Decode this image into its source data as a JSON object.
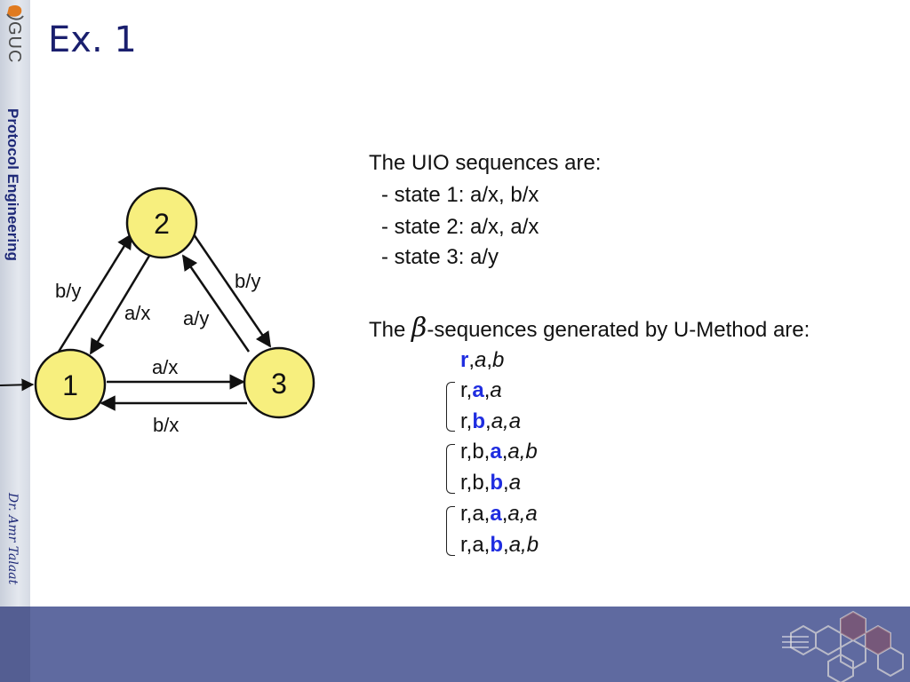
{
  "sidebar": {
    "logo_text": "GUC",
    "course_title": "Protocol Engineering",
    "author": "Dr. Amr Talaat"
  },
  "slide": {
    "title": "Ex. 1"
  },
  "diagram": {
    "states": [
      "1",
      "2",
      "3"
    ],
    "edges": {
      "one_to_two": "b/y",
      "two_to_one": "a/x",
      "two_to_three": "b/y",
      "three_to_two": "a/y",
      "one_to_three": "a/x",
      "three_to_one": "b/x"
    }
  },
  "uio": {
    "heading": "The UIO sequences are:",
    "items": [
      "- state 1: a/x, b/x",
      "- state 2: a/x, a/x",
      "- state 3: a/y"
    ]
  },
  "beta": {
    "prefix": "The",
    "symbol": "β",
    "suffix": "-sequences generated by U-Method are:",
    "sequences": [
      [
        {
          "t": "r",
          "s": "b"
        },
        {
          "t": ",",
          "s": "n"
        },
        {
          "t": "a",
          "s": "i"
        },
        {
          "t": ",",
          "s": "n"
        },
        {
          "t": "b",
          "s": "i"
        }
      ],
      [
        {
          "t": "r,",
          "s": "n"
        },
        {
          "t": "a",
          "s": "b"
        },
        {
          "t": ",",
          "s": "n"
        },
        {
          "t": "a",
          "s": "i"
        }
      ],
      [
        {
          "t": "r,",
          "s": "n"
        },
        {
          "t": "b",
          "s": "b"
        },
        {
          "t": ",",
          "s": "n"
        },
        {
          "t": "a,a",
          "s": "i"
        }
      ],
      [
        {
          "t": "r,b,",
          "s": "n"
        },
        {
          "t": "a",
          "s": "b"
        },
        {
          "t": ",",
          "s": "n"
        },
        {
          "t": "a,b",
          "s": "i"
        }
      ],
      [
        {
          "t": "r,b,",
          "s": "n"
        },
        {
          "t": "b",
          "s": "b"
        },
        {
          "t": ",",
          "s": "n"
        },
        {
          "t": "a",
          "s": "i"
        }
      ],
      [
        {
          "t": "r,a,",
          "s": "n"
        },
        {
          "t": "a",
          "s": "b"
        },
        {
          "t": ",",
          "s": "n"
        },
        {
          "t": "a,a",
          "s": "i"
        }
      ],
      [
        {
          "t": "r,a,",
          "s": "n"
        },
        {
          "t": "b",
          "s": "b"
        },
        {
          "t": ",",
          "s": "n"
        },
        {
          "t": "a,b",
          "s": "i"
        }
      ]
    ]
  },
  "colors": {
    "title": "#1a1f6e",
    "highlight": "#1f2de0",
    "state_fill": "#f7ef7e",
    "footer": "#5f6aa0"
  }
}
